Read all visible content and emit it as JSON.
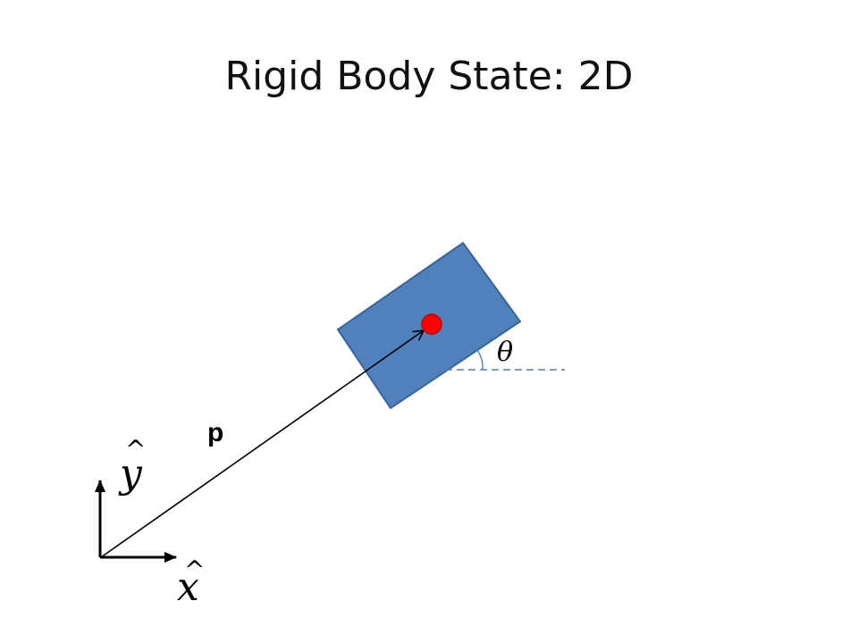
{
  "title": "Rigid Body State: 2D",
  "labels": {
    "position_vector": "p",
    "angle": "θ",
    "x_axis": "x",
    "y_axis": "y",
    "hat": "^"
  },
  "colors": {
    "body_fill": "#4f81bd",
    "body_stroke": "#3a6396",
    "center_dot": "#ff0000",
    "center_dot_stroke": "#c00000",
    "reference_line": "#4f81bd",
    "vector": "#000000"
  }
}
